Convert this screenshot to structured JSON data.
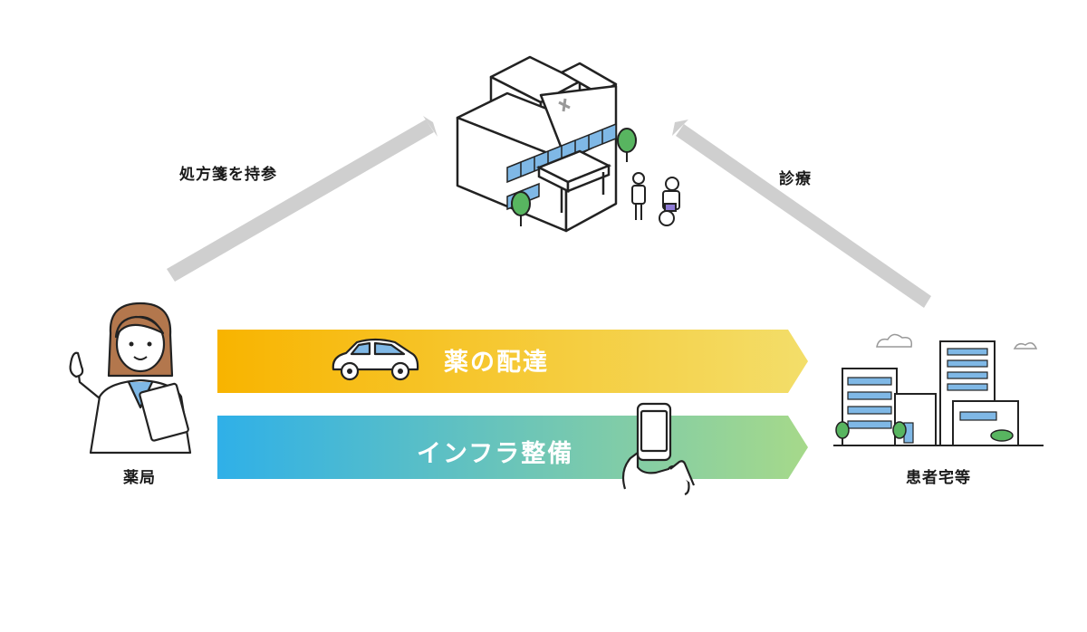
{
  "labels": {
    "prescription": "処方箋を持参",
    "diagnosis": "診療",
    "pharmacy": "薬局",
    "home": "患者宅等"
  },
  "bands": [
    {
      "text": "薬の配達",
      "gradient": [
        "#f8b400",
        "#f3de6a"
      ]
    },
    {
      "text": "インフラ整備",
      "gradient": [
        "#2fb0e8",
        "#a6d98a"
      ]
    }
  ],
  "icons": [
    "hospital-icon",
    "pharmacist-icon",
    "houses-icon",
    "car-icon",
    "smartphone-hand-icon"
  ],
  "colors": {
    "arrow": "#cfcfcf",
    "window": "#7fb8e6",
    "tree": "#58b560",
    "hair": "#b3774d"
  }
}
